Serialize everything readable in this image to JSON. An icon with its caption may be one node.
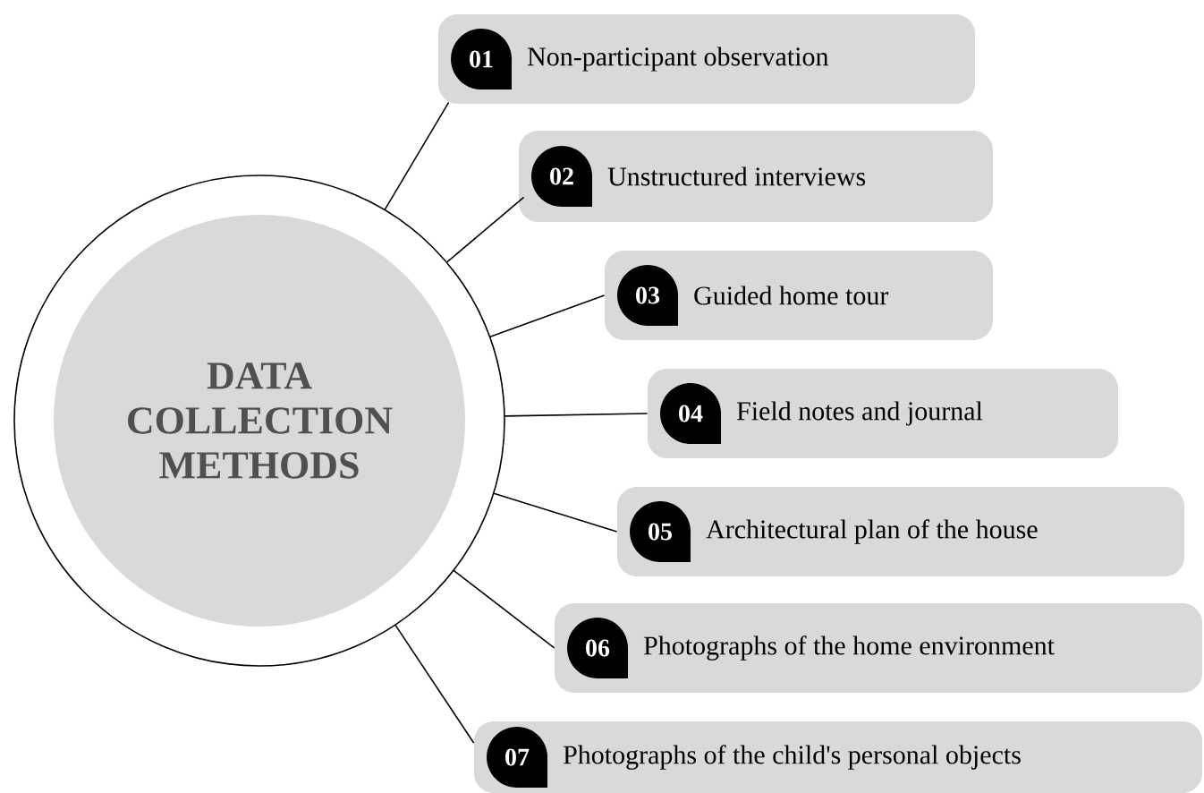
{
  "diagram": {
    "nodes": [
      {
        "text": [
          "DATA COLLECTION METHODS"
        ]
      },
      {
        "text": [
          "01",
          "Non-participant observation"
        ]
      },
      {
        "text": [
          "02",
          "Unstructured interviews"
        ]
      },
      {
        "text": [
          "03",
          "Guided home tour"
        ]
      },
      {
        "text": [
          "04",
          "Field notes and journal"
        ]
      },
      {
        "text": [
          "05",
          "Architectural plan of the house"
        ]
      },
      {
        "text": [
          "06",
          "Photographs of the home environment"
        ]
      },
      {
        "text": [
          "07",
          "Photographs of the child's personal objects"
        ]
      }
    ],
    "edges": [
      {
        "from": 0,
        "to": 1,
        "arrow": "none"
      },
      {
        "from": 0,
        "to": 2,
        "arrow": "none"
      },
      {
        "from": 0,
        "to": 3,
        "arrow": "none"
      },
      {
        "from": 0,
        "to": 4,
        "arrow": "none"
      },
      {
        "from": 0,
        "to": 5,
        "arrow": "none"
      },
      {
        "from": 0,
        "to": 6,
        "arrow": "none"
      },
      {
        "from": 0,
        "to": 7,
        "arrow": "none"
      }
    ]
  }
}
